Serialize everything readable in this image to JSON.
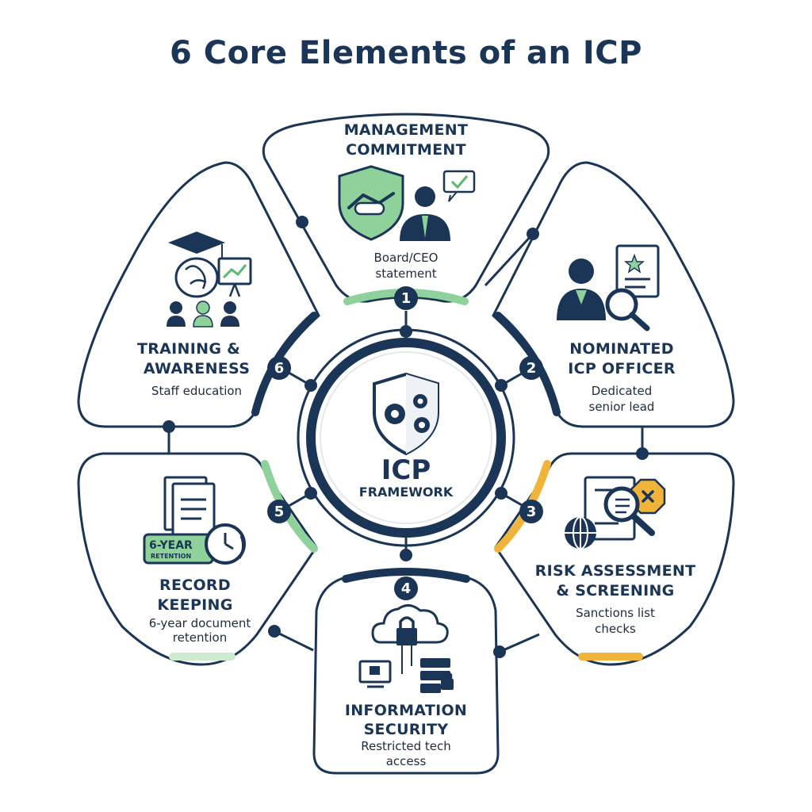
{
  "title": "6 Core Elements of an ICP",
  "colors": {
    "navy": "#1b3556",
    "green": "#8fd19a",
    "amber": "#f0b43a",
    "light_green": "#cdeccf"
  },
  "center": {
    "title": "ICP",
    "subtitle": "FRAMEWORK",
    "icon": "shield-gears-icon"
  },
  "elements": [
    {
      "number": "1",
      "title_lines": [
        "MANAGEMENT",
        "COMMITMENT"
      ],
      "desc_lines": [
        "Board/CEO",
        "statement"
      ],
      "icon": "handshake-shield-executive-icon",
      "accent": "green"
    },
    {
      "number": "2",
      "title_lines": [
        "NOMINATED",
        "ICP OFFICER"
      ],
      "desc_lines": [
        "Dedicated",
        "senior lead"
      ],
      "icon": "officer-document-magnifier-icon",
      "accent": "navy"
    },
    {
      "number": "3",
      "title_lines": [
        "RISK ASSESSMENT",
        "& SCREENING"
      ],
      "desc_lines": [
        "Sanctions list",
        "checks"
      ],
      "icon": "globe-list-magnifier-icon",
      "accent": "amber"
    },
    {
      "number": "4",
      "title_lines": [
        "INFORMATION",
        "SECURITY"
      ],
      "desc_lines": [
        "Restricted tech",
        "access"
      ],
      "icon": "cloud-lock-server-icon",
      "accent": "navy"
    },
    {
      "number": "5",
      "title_lines": [
        "RECORD",
        "KEEPING"
      ],
      "desc_lines": [
        "6-year document",
        "retention"
      ],
      "icon": "documents-clock-icon",
      "accent": "green",
      "badge_main": "6-YEAR",
      "badge_sub": "RETENTION"
    },
    {
      "number": "6",
      "title_lines": [
        "TRAINING &",
        "AWARENESS"
      ],
      "desc_lines": [
        "Staff education"
      ],
      "icon": "graduation-brain-people-icon",
      "accent": "navy"
    }
  ]
}
